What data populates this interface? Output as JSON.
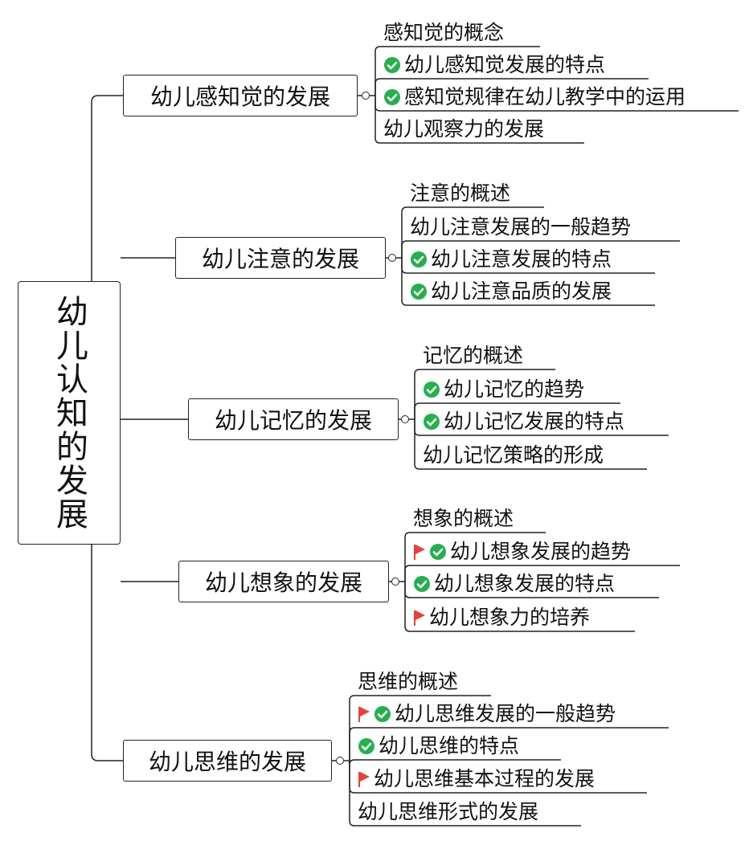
{
  "colors": {
    "line": "#222222",
    "check": "#22b14c",
    "flag": "#e8403a"
  },
  "root": {
    "label": "幼儿认知的发展"
  },
  "branches": [
    {
      "label": "幼儿感知觉的发展",
      "items": [
        {
          "label": "感知觉的概念",
          "icons": []
        },
        {
          "label": "幼儿感知觉发展的特点",
          "icons": [
            "check-icon"
          ]
        },
        {
          "label": "感知觉规律在幼儿教学中的运用",
          "icons": [
            "check-icon"
          ]
        },
        {
          "label": "幼儿观察力的发展",
          "icons": []
        }
      ]
    },
    {
      "label": "幼儿注意的发展",
      "items": [
        {
          "label": "注意的概述",
          "icons": []
        },
        {
          "label": "幼儿注意发展的一般趋势",
          "icons": []
        },
        {
          "label": "幼儿注意发展的特点",
          "icons": [
            "check-icon"
          ]
        },
        {
          "label": "幼儿注意品质的发展",
          "icons": [
            "check-icon"
          ]
        }
      ]
    },
    {
      "label": "幼儿记忆的发展",
      "items": [
        {
          "label": "记忆的概述",
          "icons": []
        },
        {
          "label": "幼儿记忆的趋势",
          "icons": [
            "check-icon"
          ]
        },
        {
          "label": "幼儿记忆发展的特点",
          "icons": [
            "check-icon"
          ]
        },
        {
          "label": "幼儿记忆策略的形成",
          "icons": []
        }
      ]
    },
    {
      "label": "幼儿想象的发展",
      "items": [
        {
          "label": "想象的概述",
          "icons": []
        },
        {
          "label": "幼儿想象发展的趋势",
          "icons": [
            "flag-icon",
            "check-icon"
          ]
        },
        {
          "label": "幼儿想象发展的特点",
          "icons": [
            "check-icon"
          ]
        },
        {
          "label": "幼儿想象力的培养",
          "icons": [
            "flag-icon"
          ]
        }
      ]
    },
    {
      "label": "幼儿思维的发展",
      "items": [
        {
          "label": "思维的概述",
          "icons": []
        },
        {
          "label": "幼儿思维发展的一般趋势",
          "icons": [
            "flag-icon",
            "check-icon"
          ]
        },
        {
          "label": "幼儿思维的特点",
          "icons": [
            "check-icon"
          ]
        },
        {
          "label": "幼儿思维基本过程的发展",
          "icons": [
            "flag-icon"
          ]
        },
        {
          "label": "幼儿思维形式的发展",
          "icons": []
        }
      ]
    }
  ]
}
